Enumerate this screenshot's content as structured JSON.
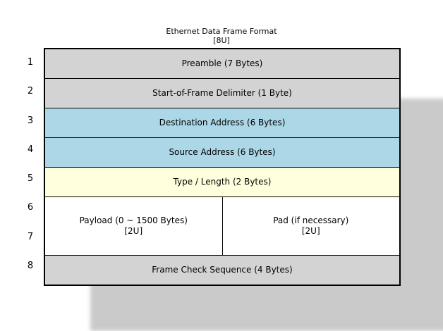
{
  "title": {
    "main": "Ethernet Data Frame Format",
    "sub": "[8U]"
  },
  "row_numbers": [
    "1",
    "2",
    "3",
    "4",
    "5",
    "6",
    "7",
    "8"
  ],
  "rows": [
    {
      "number": "1",
      "label": "Preamble (7 Bytes)",
      "color": "#d3d3d3"
    },
    {
      "number": "2",
      "label": "Start-of-Frame Delimiter (1 Byte)",
      "color": "#d3d3d3"
    },
    {
      "number": "3",
      "label": "Destination Address (6 Bytes)",
      "color": "#abd7e6"
    },
    {
      "number": "4",
      "label": "Source Address (6 Bytes)",
      "color": "#abd7e6"
    },
    {
      "number": "5",
      "label": "Type / Length (2 Bytes)",
      "color": "#ffffdd"
    }
  ],
  "split_row": {
    "numbers": [
      "6",
      "7"
    ],
    "left": {
      "label": "Payload (0 ~ 1500 Bytes)",
      "sub": "[2U]",
      "color": "#ffffff"
    },
    "right": {
      "label": "Pad (if necessary)",
      "sub": "[2U]",
      "color": "#ffffff"
    }
  },
  "last_row": {
    "number": "8",
    "label": "Frame Check Sequence (4 Bytes)",
    "color": "#d3d3d3"
  },
  "colors": {
    "background": "#ffffff",
    "border": "#000000",
    "gray": "#d3d3d3",
    "blue": "#abd7e6",
    "yellow": "#ffffdd",
    "white": "#ffffff",
    "shadow": "#b9b9b9"
  }
}
